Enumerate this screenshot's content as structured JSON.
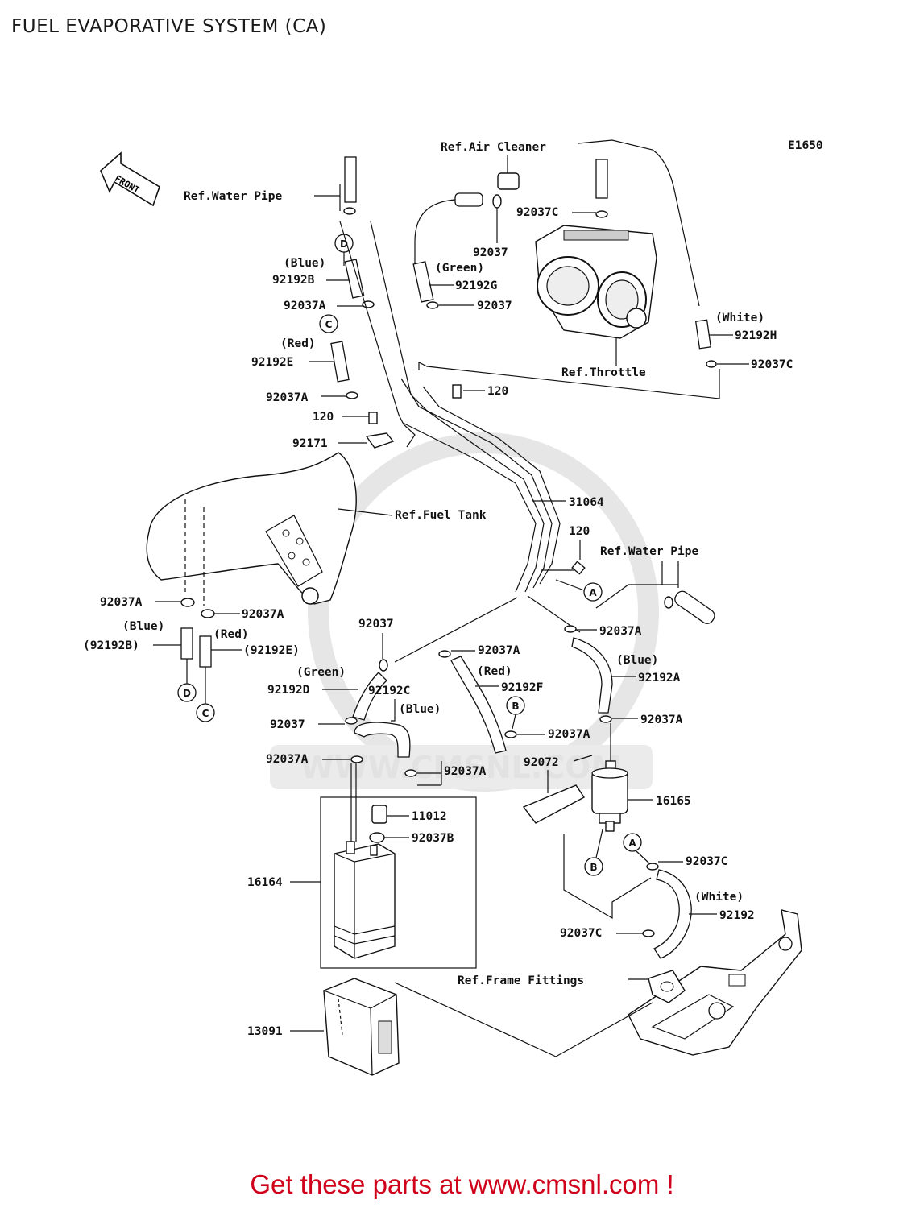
{
  "page": {
    "title": "FUEL EVAPORATIVE SYSTEM (CA)",
    "diagram_code": "E1650",
    "front_label": "FRONT",
    "cta": "Get these parts at www.cmsnl.com !",
    "watermark": "WWW.CMSNL.COM"
  },
  "refs": {
    "air_cleaner": "Ref.Air Cleaner",
    "water_pipe_top": "Ref.Water Pipe",
    "water_pipe_right": "Ref.Water Pipe",
    "throttle": "Ref.Throttle",
    "fuel_tank": "Ref.Fuel Tank",
    "frame_fittings": "Ref.Frame Fittings"
  },
  "colors": {
    "blue": "(Blue)",
    "red": "(Red)",
    "green": "(Green)",
    "white": "(White)"
  },
  "parts": {
    "p92037C_a": "92037C",
    "p92037_a": "92037",
    "p92192G": "92192G",
    "p92037_b": "92037",
    "p92192H": "92192H",
    "p92037C_b": "92037C",
    "p92192B": "92192B",
    "p92037A_a": "92037A",
    "p92192E": "92192E",
    "p92037A_b": "92037A",
    "p120_a": "120",
    "p120_b": "120",
    "p92171": "92171",
    "p31064": "31064",
    "p120_c": "120",
    "p92037A_c": "92037A",
    "p92037A_d": "92037A",
    "p92192B_ref": "(92192B)",
    "p92192E_ref": "(92192E)",
    "p92037_c": "92037",
    "p92037A_e": "92037A",
    "p92037A_f": "92037A",
    "p92192A": "92192A",
    "p92192D": "92192D",
    "p92192C": "92192C",
    "p92192F": "92192F",
    "p92037_d": "92037",
    "p92037A_g": "92037A",
    "p92037A_h": "92037A",
    "p92037A_i": "92037A",
    "p92037A_j": "92037A",
    "p92072": "92072",
    "p16165": "16165",
    "p11012": "11012",
    "p92037B": "92037B",
    "p16164": "16164",
    "p92037C_c": "92037C",
    "p92192": "92192",
    "p92037C_d": "92037C",
    "p13091": "13091"
  },
  "markers": {
    "A": "A",
    "B": "B",
    "C": "C",
    "D": "D"
  }
}
